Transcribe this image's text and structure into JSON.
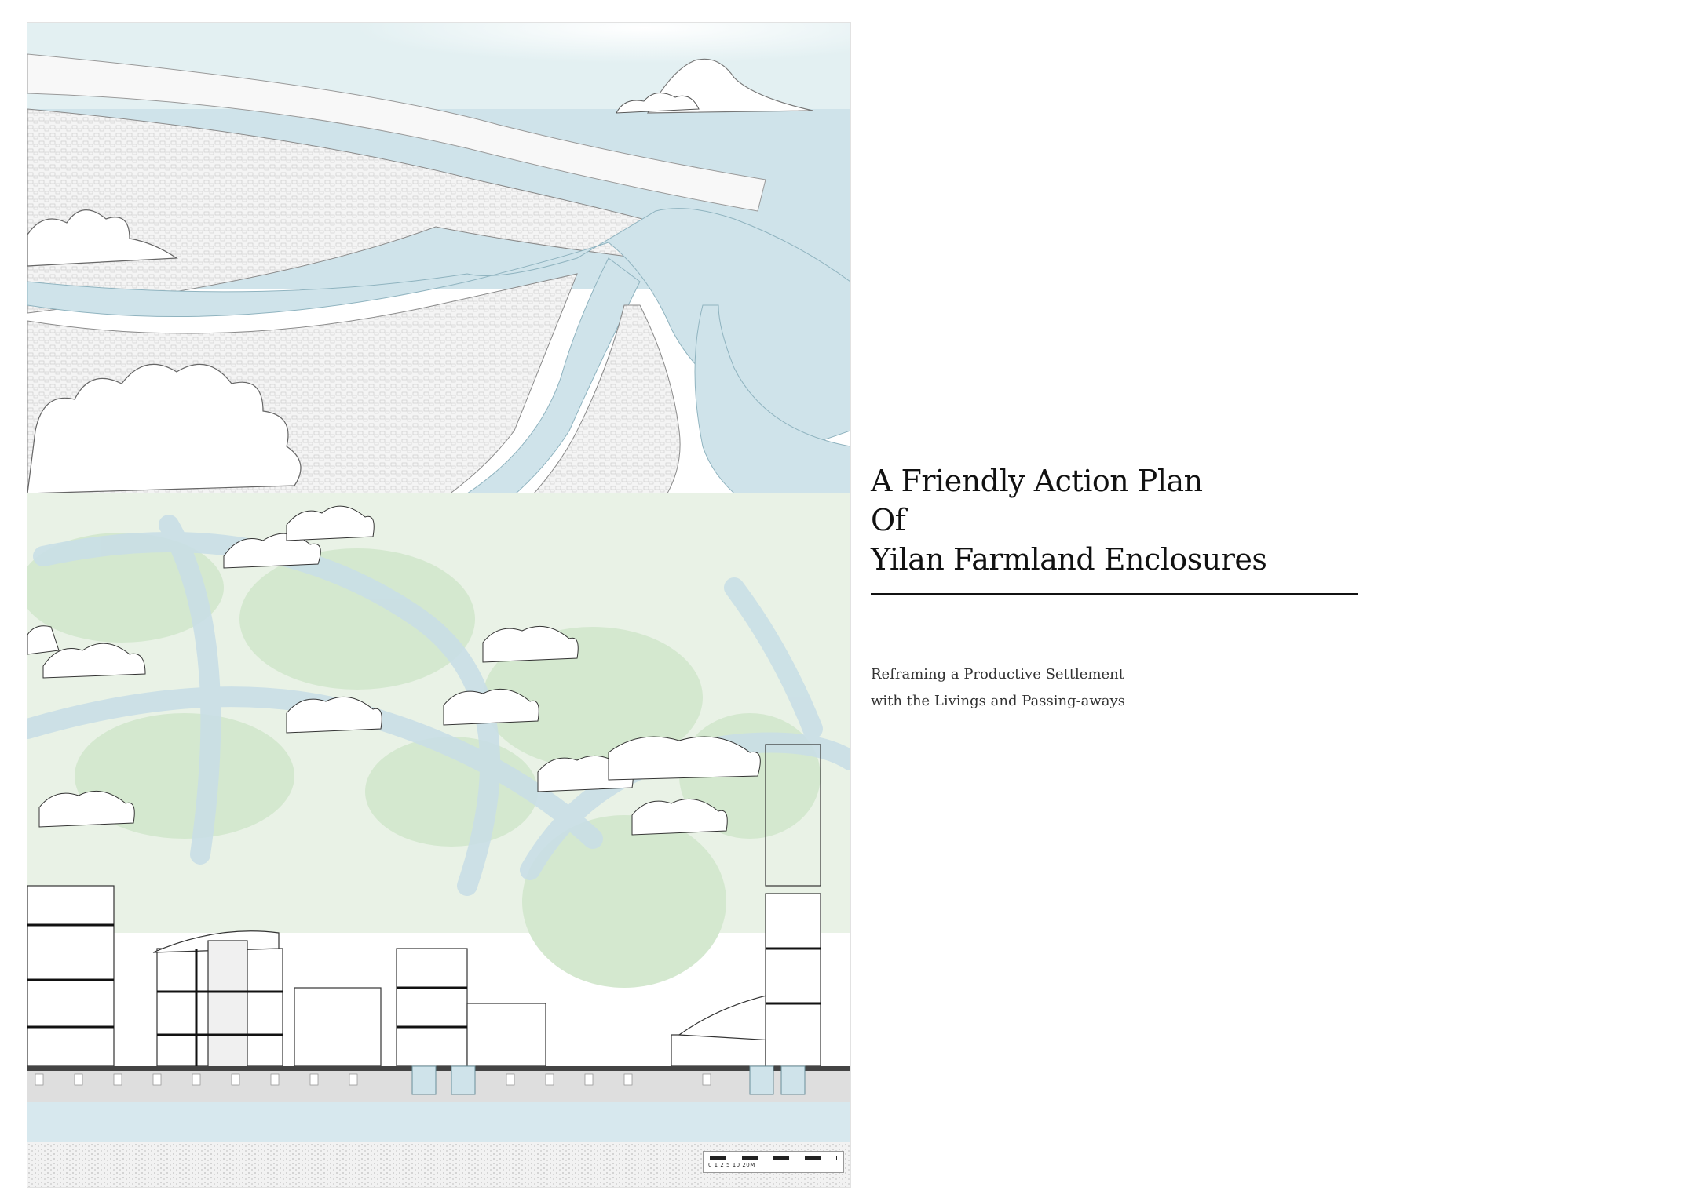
{
  "title": {
    "lines": [
      "A  Friendly  Action Plan",
      "Of",
      "Yilan Farmland  Enclosures"
    ]
  },
  "subtitle": {
    "lines": [
      "Reframing  a Productive Settlement",
      "with the Livings and Passing-aways"
    ]
  },
  "scale_bar": {
    "ticks": "0  1 2      5           10                       20M"
  },
  "colors": {
    "water": "#cfe3ea",
    "greenery": "#d4e8cf",
    "sky": "#e6f1f3",
    "line": "#555555"
  }
}
